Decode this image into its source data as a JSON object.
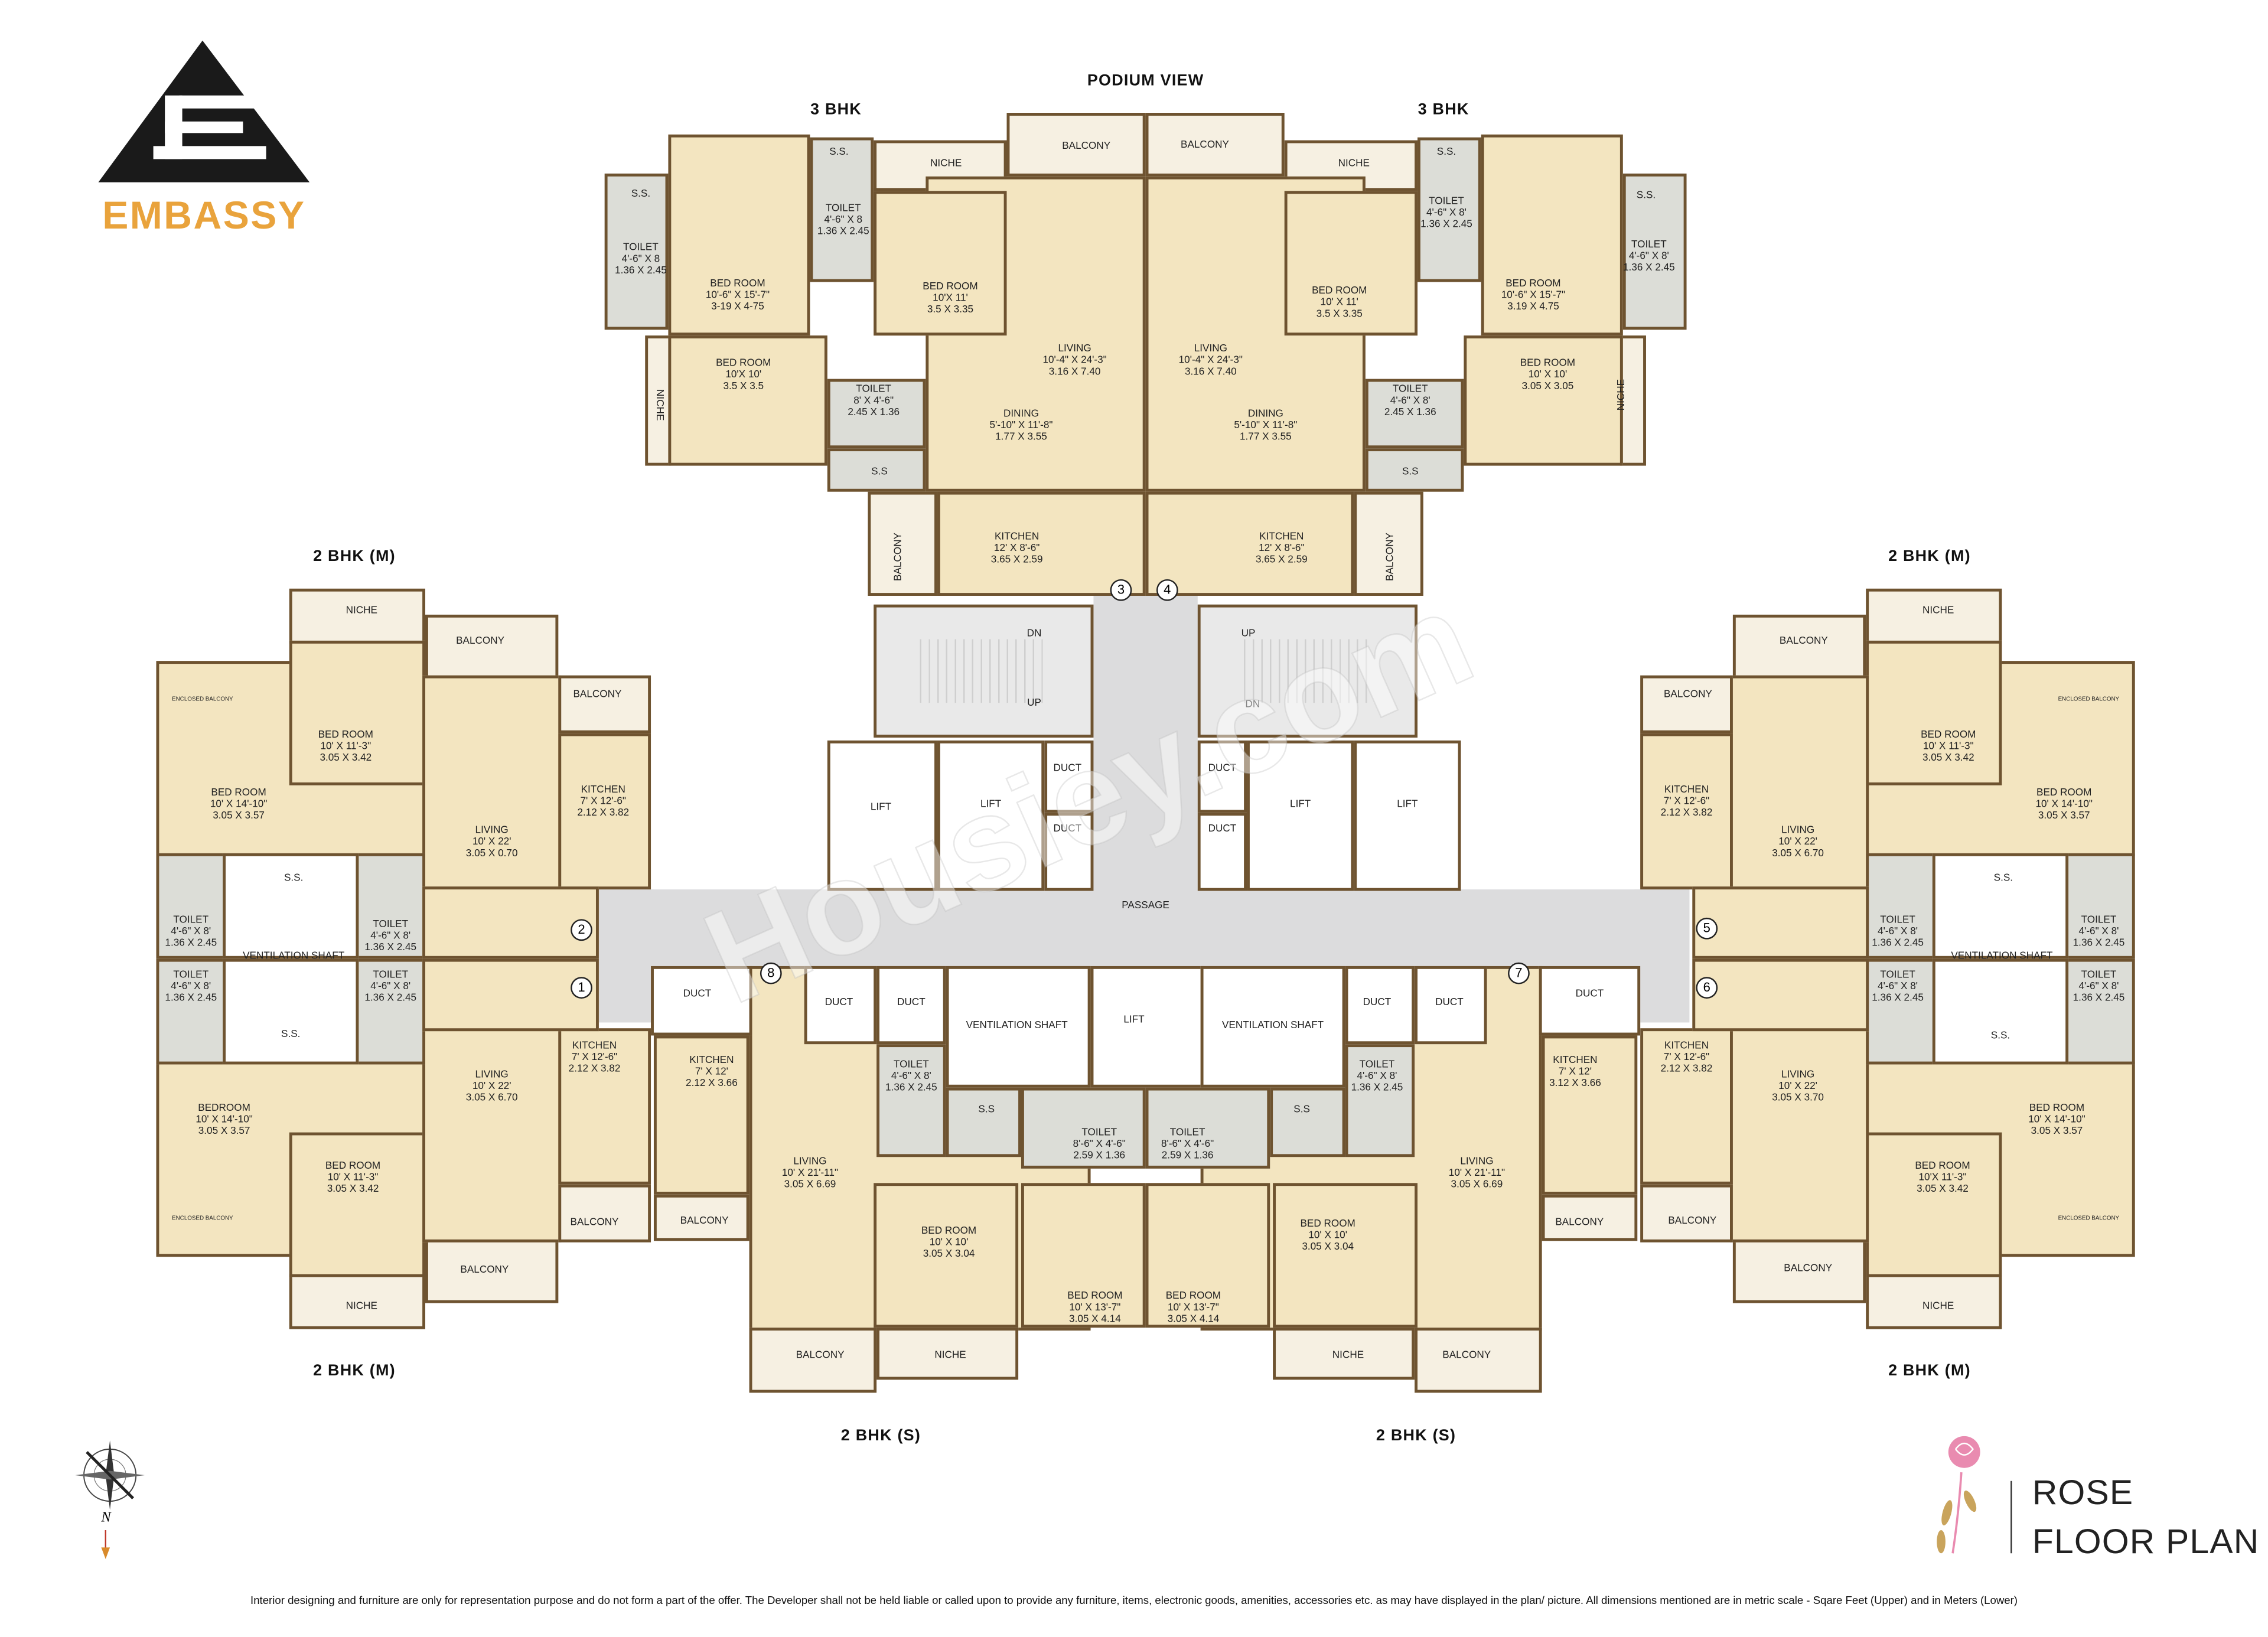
{
  "brand": {
    "name": "EMBASSY",
    "logo_color": "#E9A33C"
  },
  "header": {
    "podium_view": "PODIUM VIEW"
  },
  "unit_titles": [
    "3 BHK",
    "3 BHK",
    "2 BHK (M)",
    "2 BHK (M)",
    "2 BHK (M)",
    "2 BHK (M)",
    "2 BHK (S)",
    "2 BHK (S)"
  ],
  "units": {
    "u3": {
      "number": "3",
      "rooms": [
        {
          "name": "S.S."
        },
        {
          "name": "TOILET",
          "ft": "4'-6\" X 8",
          "m": "1.36 X 2.45"
        },
        {
          "name": "BED ROOM",
          "ft": "10'-6\" X 15'-7\"",
          "m": "3-19 X 4-75"
        },
        {
          "name": "S.S."
        },
        {
          "name": "TOILET",
          "ft": "4'-6\" X 8",
          "m": "1.36 X 2.45"
        },
        {
          "name": "NICHE"
        },
        {
          "name": "BED ROOM",
          "ft": "10'X 11'",
          "m": "3.5 X 3.35"
        },
        {
          "name": "BALCONY"
        },
        {
          "name": "LIVING",
          "ft": "10'-4\" X 24'-3\"",
          "m": "3.16 X 7.40"
        },
        {
          "name": "BED ROOM",
          "ft": "10'X 10'",
          "m": "3.5 X 3.5"
        },
        {
          "name": "NICHE"
        },
        {
          "name": "TOILET",
          "ft": "8' X 4'-6\"",
          "m": "2.45 X 1.36"
        },
        {
          "name": "DINING",
          "ft": "5'-10\" X 11'-8\"",
          "m": "1.77 X 3.55"
        },
        {
          "name": "S.S"
        },
        {
          "name": "BALCONY"
        },
        {
          "name": "KITCHEN",
          "ft": "12' X 8'-6\"",
          "m": "3.65 X 2.59"
        }
      ]
    },
    "u4": {
      "number": "4",
      "rooms": [
        {
          "name": "S.S."
        },
        {
          "name": "TOILET",
          "ft": "4'-6\" X 8'",
          "m": "1.36 X 2.45"
        },
        {
          "name": "BED ROOM",
          "ft": "10'-6\" X 15'-7\"",
          "m": "3.19 X 4.75"
        },
        {
          "name": "S.S."
        },
        {
          "name": "TOILET",
          "ft": "4'-6\" X 8'",
          "m": "1.36 X 2.45"
        },
        {
          "name": "NICHE"
        },
        {
          "name": "BED ROOM",
          "ft": "10' X 11'",
          "m": "3.5 X 3.35"
        },
        {
          "name": "BALCONY"
        },
        {
          "name": "LIVING",
          "ft": "10'-4\" X 24'-3\"",
          "m": "3.16 X 7.40"
        },
        {
          "name": "BED ROOM",
          "ft": "10' X 10'",
          "m": "3.05 X 3.05"
        },
        {
          "name": "NICHE"
        },
        {
          "name": "TOILET",
          "ft": "4'-6\" X 8'",
          "m": "2.45 X 1.36"
        },
        {
          "name": "DINING",
          "ft": "5'-10\" X 11'-8\"",
          "m": "1.77 X 3.55"
        },
        {
          "name": "S.S"
        },
        {
          "name": "BALCONY"
        },
        {
          "name": "KITCHEN",
          "ft": "12' X 8'-6\"",
          "m": "3.65 X 2.59"
        }
      ]
    },
    "u2": {
      "number": "2",
      "rooms": [
        {
          "name": "NICHE"
        },
        {
          "name": "BALCONY"
        },
        {
          "name": "BED ROOM",
          "ft": "10' X 11'-3\"",
          "m": "3.05 X 3.42"
        },
        {
          "name": "ENCLOSED BALCONY"
        },
        {
          "name": "BED ROOM",
          "ft": "10' X 14'-10\"",
          "m": "3.05 X 3.57"
        },
        {
          "name": "BALCONY"
        },
        {
          "name": "KITCHEN",
          "ft": "7' X 12'-6\"",
          "m": "2.12 X 3.82"
        },
        {
          "name": "LIVING",
          "ft": "10' X 22'",
          "m": "3.05 X 0.70"
        },
        {
          "name": "S.S."
        },
        {
          "name": "TOILET",
          "ft": "4'-6\" X 8'",
          "m": "1.36 X 2.45"
        },
        {
          "name": "TOILET",
          "ft": "4'-6\" X 8'",
          "m": "1.36 X 2.45"
        },
        {
          "name": "VENTILATION SHAFT"
        }
      ]
    },
    "u1": {
      "number": "1",
      "rooms": [
        {
          "name": "TOILET",
          "ft": "4'-6\" X 8'",
          "m": "1.36 X 2.45"
        },
        {
          "name": "TOILET",
          "ft": "4'-6\" X 8'",
          "m": "1.36 X 2.45"
        },
        {
          "name": "S.S."
        },
        {
          "name": "BEDROOM",
          "ft": "10' X 14'-10\"",
          "m": "3.05 X 3.57"
        },
        {
          "name": "ENCLOSED BALCONY"
        },
        {
          "name": "BED ROOM",
          "ft": "10' X 11'-3\"",
          "m": "3.05 X 3.42"
        },
        {
          "name": "LIVING",
          "ft": "10' X 22'",
          "m": "3.05 X 6.70"
        },
        {
          "name": "KITCHEN",
          "ft": "7' X 12'-6\"",
          "m": "2.12 X 3.82"
        },
        {
          "name": "BALCONY"
        },
        {
          "name": "BALCONY"
        },
        {
          "name": "NICHE"
        }
      ]
    },
    "u5": {
      "number": "5",
      "rooms": [
        {
          "name": "NICHE"
        },
        {
          "name": "BALCONY"
        },
        {
          "name": "BED ROOM",
          "ft": "10' X 11'-3\"",
          "m": "3.05 X 3.42"
        },
        {
          "name": "ENCLOSED BALCONY"
        },
        {
          "name": "BED ROOM",
          "ft": "10' X 14'-10\"",
          "m": "3.05 X 3.57"
        },
        {
          "name": "BALCONY"
        },
        {
          "name": "KITCHEN",
          "ft": "7' X 12'-6\"",
          "m": "2.12 X 3.82"
        },
        {
          "name": "LIVING",
          "ft": "10' X 22'",
          "m": "3.05 X 6.70"
        },
        {
          "name": "S.S."
        },
        {
          "name": "TOILET",
          "ft": "4'-6\" X 8'",
          "m": "1.36 X 2.45"
        },
        {
          "name": "TOILET",
          "ft": "4'-6\" X 8'",
          "m": "1.36 X 2.45"
        },
        {
          "name": "VENTILATION SHAFT"
        }
      ]
    },
    "u6": {
      "number": "6",
      "rooms": [
        {
          "name": "TOILET",
          "ft": "4'-6\" X 8'",
          "m": "1.36 X 2.45"
        },
        {
          "name": "TOILET",
          "ft": "4'-6\" X 8'",
          "m": "1.36 X 2.45"
        },
        {
          "name": "S.S."
        },
        {
          "name": "BED ROOM",
          "ft": "10' X 14'-10\"",
          "m": "3.05 X 3.57"
        },
        {
          "name": "ENCLOSED BALCONY"
        },
        {
          "name": "BED ROOM",
          "ft": "10'X 11'-3\"",
          "m": "3.05 X 3.42"
        },
        {
          "name": "LIVING",
          "ft": "10' X 22'",
          "m": "3.05 X 3.70"
        },
        {
          "name": "KITCHEN",
          "ft": "7' X 12'-6\"",
          "m": "2.12 X 3.82"
        },
        {
          "name": "BALCONY"
        },
        {
          "name": "BALCONY"
        },
        {
          "name": "NICHE"
        }
      ]
    },
    "u8": {
      "number": "8",
      "rooms": [
        {
          "name": "DUCT"
        },
        {
          "name": "DUCT"
        },
        {
          "name": "DUCT"
        },
        {
          "name": "VENTILATION SHAFT"
        },
        {
          "name": "KITCHEN",
          "ft": "7' X 12'",
          "m": "2.12 X 3.66"
        },
        {
          "name": "TOILET",
          "ft": "4'-6\" X 8'",
          "m": "1.36 X 2.45"
        },
        {
          "name": "S.S"
        },
        {
          "name": "TOILET",
          "ft": "8'-6\" X 4'-6\"",
          "m": "2.59 X 1.36"
        },
        {
          "name": "LIVING",
          "ft": "10' X 21'-11\"",
          "m": "3.05 X 6.69"
        },
        {
          "name": "BED ROOM",
          "ft": "10' X 10'",
          "m": "3.05 X 3.04"
        },
        {
          "name": "BED ROOM",
          "ft": "10' X 13'-7\"",
          "m": "3.05 X 4.14"
        },
        {
          "name": "BALCONY"
        },
        {
          "name": "BALCONY"
        },
        {
          "name": "NICHE"
        }
      ]
    },
    "u7": {
      "number": "7",
      "rooms": [
        {
          "name": "DUCT"
        },
        {
          "name": "DUCT"
        },
        {
          "name": "DUCT"
        },
        {
          "name": "VENTILATION SHAFT"
        },
        {
          "name": "KITCHEN",
          "ft": "7' X 12'",
          "m": "3.12 X 3.66"
        },
        {
          "name": "TOILET",
          "ft": "4'-6\" X 8'",
          "m": "1.36 X 2.45"
        },
        {
          "name": "S.S"
        },
        {
          "name": "TOILET",
          "ft": "8'-6\" X 4'-6\"",
          "m": "2.59 X 1.36"
        },
        {
          "name": "LIVING",
          "ft": "10' X 21'-11\"",
          "m": "3.05 X 6.69"
        },
        {
          "name": "BED ROOM",
          "ft": "10' X 10'",
          "m": "3.05 X 3.04"
        },
        {
          "name": "BED ROOM",
          "ft": "10' X 13'-7\"",
          "m": "3.05 X 4.14"
        },
        {
          "name": "BALCONY"
        },
        {
          "name": "BALCONY"
        },
        {
          "name": "NICHE"
        }
      ]
    }
  },
  "core": {
    "rooms": [
      {
        "name": "DN"
      },
      {
        "name": "UP"
      },
      {
        "name": "UP"
      },
      {
        "name": "DN"
      },
      {
        "name": "LIFT"
      },
      {
        "name": "LIFT"
      },
      {
        "name": "DUCT"
      },
      {
        "name": "DUCT"
      },
      {
        "name": "DUCT"
      },
      {
        "name": "DUCT"
      },
      {
        "name": "LIFT"
      },
      {
        "name": "LIFT"
      },
      {
        "name": "LIFT"
      },
      {
        "name": "PASSAGE"
      }
    ]
  },
  "compass": {
    "north_label": "N"
  },
  "plan_title": {
    "line1": "ROSE",
    "line2": "FLOOR PLAN",
    "rose_color": "#E98BB0"
  },
  "watermark": "Housiey.com",
  "disclaimer": "Interior designing and furniture are only for representation purpose and do not form a part of the offer. The Developer shall not be held liable or called upon to provide any furniture, items, electronic goods, amenities, accessories etc. as may have displayed in the plan/ picture. All dimensions mentioned are in metric scale - Sqare Feet (Upper) and in Meters (Lower)",
  "colors": {
    "wall": "#6E5330",
    "floor": "#F3E5C0",
    "wet_area": "#DCDDD7",
    "passage": "#DCDCDD",
    "brand_orange": "#E9A33C"
  }
}
